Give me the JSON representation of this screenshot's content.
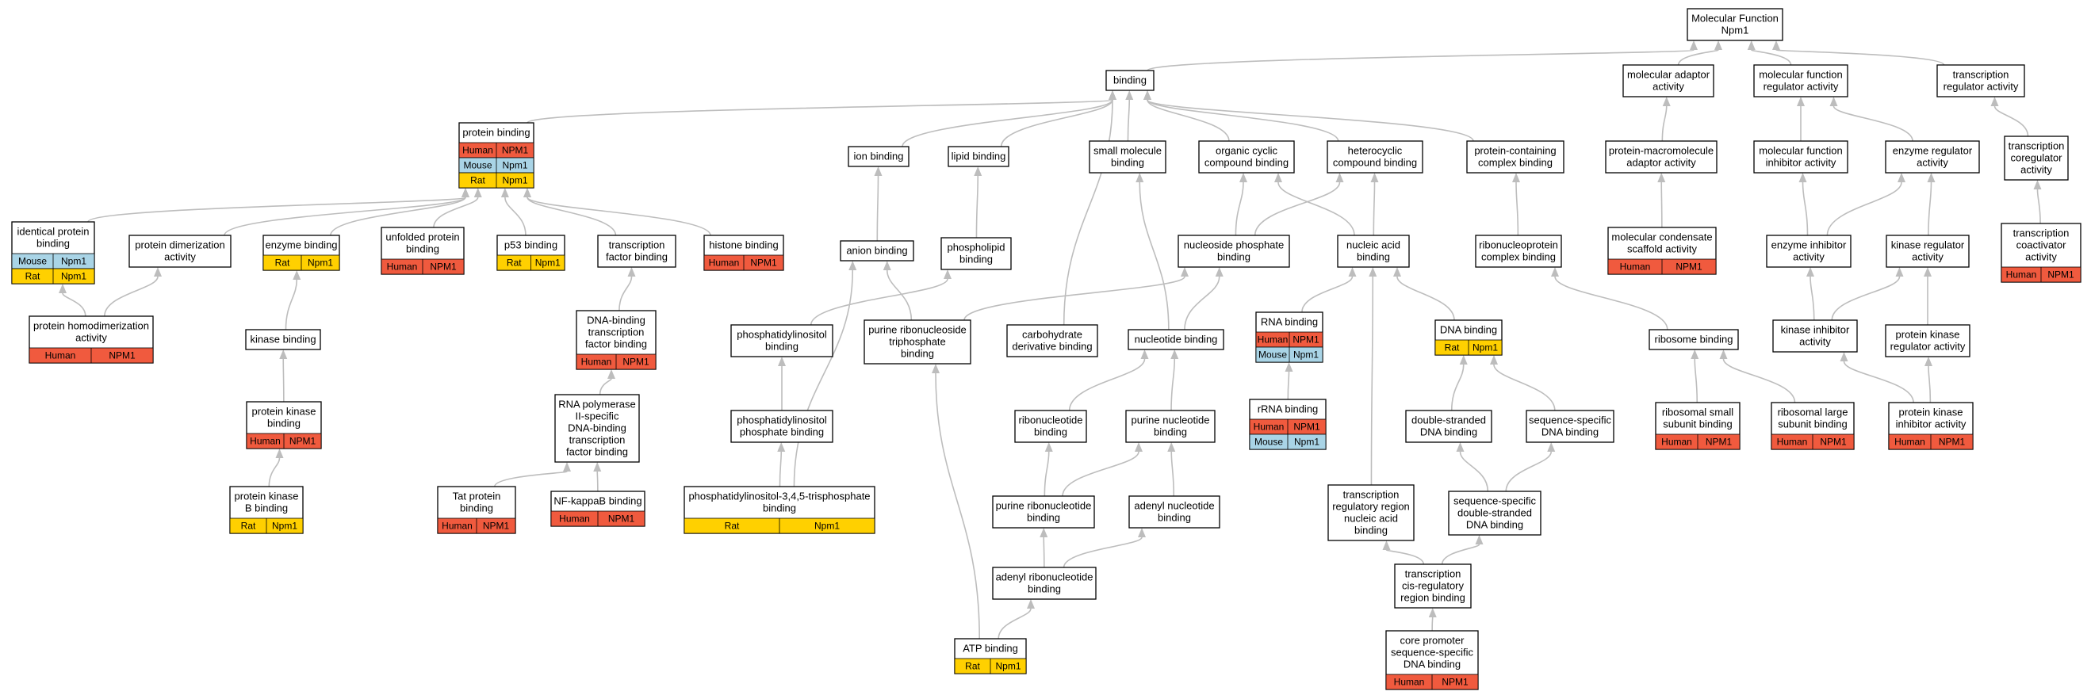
{
  "colors": {
    "human": "#f05a3e",
    "mouse": "#a9d4e6",
    "rat": "#ffd000",
    "edge": "#bdbdbd"
  },
  "nodes": [
    {
      "id": "mf",
      "lines": [
        "Molecular Function",
        "Npm1"
      ],
      "tags": []
    },
    {
      "id": "binding",
      "lines": [
        "binding"
      ],
      "tags": []
    },
    {
      "id": "mol_adaptor",
      "lines": [
        "molecular adaptor",
        "activity"
      ],
      "tags": []
    },
    {
      "id": "mf_regulator",
      "lines": [
        "molecular function",
        "regulator activity"
      ],
      "tags": []
    },
    {
      "id": "tr_regulator",
      "lines": [
        "transcription",
        "regulator activity"
      ],
      "tags": []
    },
    {
      "id": "protein_binding",
      "lines": [
        "protein binding"
      ],
      "tags": [
        [
          "Human",
          "NPM1"
        ],
        [
          "Mouse",
          "Npm1"
        ],
        [
          "Rat",
          "Npm1"
        ]
      ]
    },
    {
      "id": "ion_binding",
      "lines": [
        "ion binding"
      ],
      "tags": []
    },
    {
      "id": "lipid_binding",
      "lines": [
        "lipid binding"
      ],
      "tags": []
    },
    {
      "id": "small_mol",
      "lines": [
        "small molecule",
        "binding"
      ],
      "tags": []
    },
    {
      "id": "org_cyclic",
      "lines": [
        "organic cyclic",
        "compound binding"
      ],
      "tags": []
    },
    {
      "id": "het_cyclic",
      "lines": [
        "heterocyclic",
        "compound binding"
      ],
      "tags": []
    },
    {
      "id": "prot_complex",
      "lines": [
        "protein-containing",
        "complex binding"
      ],
      "tags": []
    },
    {
      "id": "prot_macro",
      "lines": [
        "protein-macromolecule",
        "adaptor activity"
      ],
      "tags": []
    },
    {
      "id": "mf_inhib",
      "lines": [
        "molecular function",
        "inhibitor activity"
      ],
      "tags": []
    },
    {
      "id": "enz_reg",
      "lines": [
        "enzyme regulator",
        "activity"
      ],
      "tags": []
    },
    {
      "id": "tr_coreg",
      "lines": [
        "transcription",
        "coregulator",
        "activity"
      ],
      "tags": []
    },
    {
      "id": "identical",
      "lines": [
        "identical protein",
        "binding"
      ],
      "tags": [
        [
          "Mouse",
          "Npm1"
        ],
        [
          "Rat",
          "Npm1"
        ]
      ]
    },
    {
      "id": "dimer",
      "lines": [
        "protein dimerization",
        "activity"
      ],
      "tags": []
    },
    {
      "id": "enzyme_binding",
      "lines": [
        "enzyme binding"
      ],
      "tags": [
        [
          "Rat",
          "Npm1"
        ]
      ]
    },
    {
      "id": "unfolded",
      "lines": [
        "unfolded protein",
        "binding"
      ],
      "tags": [
        [
          "Human",
          "NPM1"
        ]
      ]
    },
    {
      "id": "p53",
      "lines": [
        "p53 binding"
      ],
      "tags": [
        [
          "Rat",
          "Npm1"
        ]
      ]
    },
    {
      "id": "tf_binding",
      "lines": [
        "transcription",
        "factor binding"
      ],
      "tags": []
    },
    {
      "id": "histone",
      "lines": [
        "histone binding"
      ],
      "tags": [
        [
          "Human",
          "NPM1"
        ]
      ]
    },
    {
      "id": "anion",
      "lines": [
        "anion binding"
      ],
      "tags": []
    },
    {
      "id": "phospholipid",
      "lines": [
        "phospholipid",
        "binding"
      ],
      "tags": []
    },
    {
      "id": "nuc_phos",
      "lines": [
        "nucleoside phosphate",
        "binding"
      ],
      "tags": []
    },
    {
      "id": "nucleic",
      "lines": [
        "nucleic acid",
        "binding"
      ],
      "tags": []
    },
    {
      "id": "rnp",
      "lines": [
        "ribonucleoprotein",
        "complex binding"
      ],
      "tags": []
    },
    {
      "id": "condensate",
      "lines": [
        "molecular condensate",
        "scaffold activity"
      ],
      "tags": [
        [
          "Human",
          "NPM1"
        ]
      ]
    },
    {
      "id": "enz_inhib",
      "lines": [
        "enzyme inhibitor",
        "activity"
      ],
      "tags": []
    },
    {
      "id": "kin_reg",
      "lines": [
        "kinase regulator",
        "activity"
      ],
      "tags": []
    },
    {
      "id": "tr_coact",
      "lines": [
        "transcription",
        "coactivator",
        "activity"
      ],
      "tags": [
        [
          "Human",
          "NPM1"
        ]
      ]
    },
    {
      "id": "homodimer",
      "lines": [
        "protein homodimerization",
        "activity"
      ],
      "tags": [
        [
          "Human",
          "NPM1"
        ]
      ]
    },
    {
      "id": "kinase_binding",
      "lines": [
        "kinase binding"
      ],
      "tags": []
    },
    {
      "id": "dna_tf",
      "lines": [
        "DNA-binding",
        "transcription",
        "factor binding"
      ],
      "tags": [
        [
          "Human",
          "NPM1"
        ]
      ]
    },
    {
      "id": "ptdins",
      "lines": [
        "phosphatidylinositol",
        "binding"
      ],
      "tags": []
    },
    {
      "id": "purine_ntp",
      "lines": [
        "purine ribonucleoside",
        "triphosphate",
        "binding"
      ],
      "tags": []
    },
    {
      "id": "carb",
      "lines": [
        "carbohydrate",
        "derivative binding"
      ],
      "tags": []
    },
    {
      "id": "nucleotide",
      "lines": [
        "nucleotide binding"
      ],
      "tags": []
    },
    {
      "id": "rna",
      "lines": [
        "RNA binding"
      ],
      "tags": [
        [
          "Human",
          "NPM1"
        ],
        [
          "Mouse",
          "Npm1"
        ]
      ]
    },
    {
      "id": "dna",
      "lines": [
        "DNA binding"
      ],
      "tags": [
        [
          "Rat",
          "Npm1"
        ]
      ]
    },
    {
      "id": "ribosome",
      "lines": [
        "ribosome binding"
      ],
      "tags": []
    },
    {
      "id": "kin_inhib",
      "lines": [
        "kinase inhibitor",
        "activity"
      ],
      "tags": []
    },
    {
      "id": "pk_reg",
      "lines": [
        "protein kinase",
        "regulator activity"
      ],
      "tags": []
    },
    {
      "id": "pk_binding",
      "lines": [
        "protein kinase",
        "binding"
      ],
      "tags": [
        [
          "Human",
          "NPM1"
        ]
      ]
    },
    {
      "id": "rnap",
      "lines": [
        "RNA polymerase",
        "II-specific",
        "DNA-binding",
        "transcription",
        "factor binding"
      ],
      "tags": []
    },
    {
      "id": "ptdins_p",
      "lines": [
        "phosphatidylinositol",
        "phosphate binding"
      ],
      "tags": []
    },
    {
      "id": "ribonuc",
      "lines": [
        "ribonucleotide",
        "binding"
      ],
      "tags": []
    },
    {
      "id": "purine_nuc",
      "lines": [
        "purine nucleotide",
        "binding"
      ],
      "tags": []
    },
    {
      "id": "rrna",
      "lines": [
        "rRNA binding"
      ],
      "tags": [
        [
          "Human",
          "NPM1"
        ],
        [
          "Mouse",
          "Npm1"
        ]
      ]
    },
    {
      "id": "ds_dna",
      "lines": [
        "double-stranded",
        "DNA binding"
      ],
      "tags": []
    },
    {
      "id": "ss_dna",
      "lines": [
        "sequence-specific",
        "DNA binding"
      ],
      "tags": []
    },
    {
      "id": "rib_small",
      "lines": [
        "ribosomal small",
        "subunit binding"
      ],
      "tags": [
        [
          "Human",
          "NPM1"
        ]
      ]
    },
    {
      "id": "rib_large",
      "lines": [
        "ribosomal large",
        "subunit binding"
      ],
      "tags": [
        [
          "Human",
          "NPM1"
        ]
      ]
    },
    {
      "id": "pk_inhib",
      "lines": [
        "protein kinase",
        "inhibitor activity"
      ],
      "tags": [
        [
          "Human",
          "NPM1"
        ]
      ]
    },
    {
      "id": "pkb",
      "lines": [
        "protein kinase",
        "B binding"
      ],
      "tags": [
        [
          "Rat",
          "Npm1"
        ]
      ]
    },
    {
      "id": "tat",
      "lines": [
        "Tat protein",
        "binding"
      ],
      "tags": [
        [
          "Human",
          "NPM1"
        ]
      ]
    },
    {
      "id": "nfkb",
      "lines": [
        "NF-kappaB binding"
      ],
      "tags": [
        [
          "Human",
          "NPM1"
        ]
      ]
    },
    {
      "id": "pip3",
      "lines": [
        "phosphatidylinositol-3,4,5-trisphosphate",
        "binding"
      ],
      "tags": [
        [
          "Rat",
          "Npm1"
        ]
      ]
    },
    {
      "id": "purine_ribo",
      "lines": [
        "purine ribonucleotide",
        "binding"
      ],
      "tags": []
    },
    {
      "id": "adenyl_nuc",
      "lines": [
        "adenyl nucleotide",
        "binding"
      ],
      "tags": []
    },
    {
      "id": "tr_reg_region",
      "lines": [
        "transcription",
        "regulatory region",
        "nucleic acid",
        "binding"
      ],
      "tags": []
    },
    {
      "id": "ss_ds_dna",
      "lines": [
        "sequence-specific",
        "double-stranded",
        "DNA binding"
      ],
      "tags": []
    },
    {
      "id": "adenyl_ribo",
      "lines": [
        "adenyl ribonucleotide",
        "binding"
      ],
      "tags": []
    },
    {
      "id": "tr_cis",
      "lines": [
        "transcription",
        "cis-regulatory",
        "region binding"
      ],
      "tags": []
    },
    {
      "id": "atp",
      "lines": [
        "ATP binding"
      ],
      "tags": [
        [
          "Rat",
          "Npm1"
        ]
      ]
    },
    {
      "id": "core_promoter",
      "lines": [
        "core promoter",
        "sequence-specific",
        "DNA binding"
      ],
      "tags": [
        [
          "Human",
          "NPM1"
        ]
      ]
    }
  ]
}
